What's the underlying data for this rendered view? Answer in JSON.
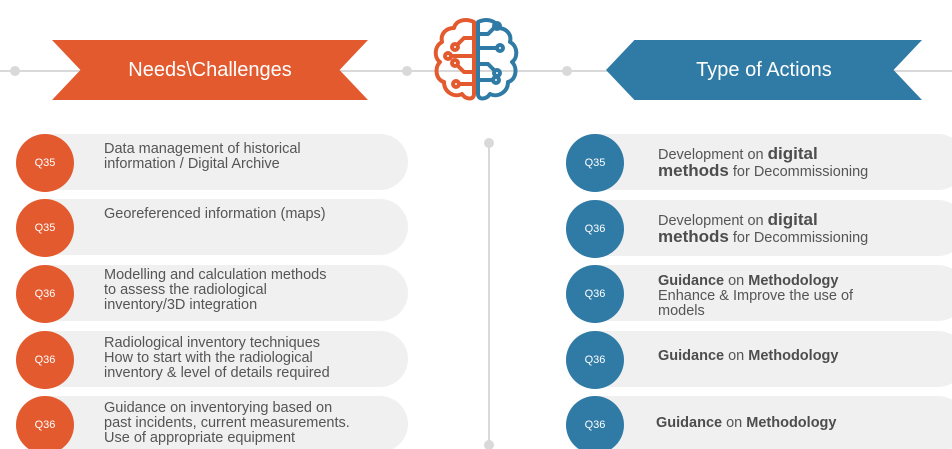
{
  "header": {
    "left_title": "Needs\\Challenges",
    "right_title": "Type of Actions"
  },
  "colors": {
    "orange": "#e45a2f",
    "blue": "#2f7ba6",
    "row_bg": "#f0f0f0",
    "text": "#555555"
  },
  "center_icon": "brain-circuit-icon",
  "needs": [
    {
      "badge": "Q35",
      "lines": [
        "Data management of historical",
        "information / Digital Archive"
      ]
    },
    {
      "badge": "Q35",
      "lines": [
        "Georeferenced information (maps)"
      ]
    },
    {
      "badge": "Q36",
      "lines": [
        "Modelling and calculation methods",
        "to assess the radiological",
        "inventory/3D integration"
      ]
    },
    {
      "badge": "Q36",
      "lines": [
        "Radiological inventory techniques",
        "How to start with the radiological",
        "inventory & level of details required"
      ]
    },
    {
      "badge": "Q36",
      "lines": [
        "Guidance on inventorying based on",
        "past incidents, current measurements.",
        "Use of appropriate equipment"
      ]
    }
  ],
  "actions": [
    {
      "badge": "Q35",
      "a1": "Development on ",
      "a2": "digital",
      "a3": "methods",
      "a4": " for Decommissioning"
    },
    {
      "badge": "Q36",
      "a1": "Development on ",
      "a2": "digital",
      "a3": "methods",
      "a4": " for Decommissioning"
    },
    {
      "badge": "Q36",
      "g1": "Guidance",
      "g2": " on ",
      "g3": "Methodology",
      "l2": "Enhance & Improve the use of",
      "l3": "models"
    },
    {
      "badge": "Q36",
      "g1": "Guidance",
      "g2": " on ",
      "g3": "Methodology"
    },
    {
      "badge": "Q36",
      "g1": "Guidance",
      "g2": " on ",
      "g3": "Methodology"
    }
  ]
}
